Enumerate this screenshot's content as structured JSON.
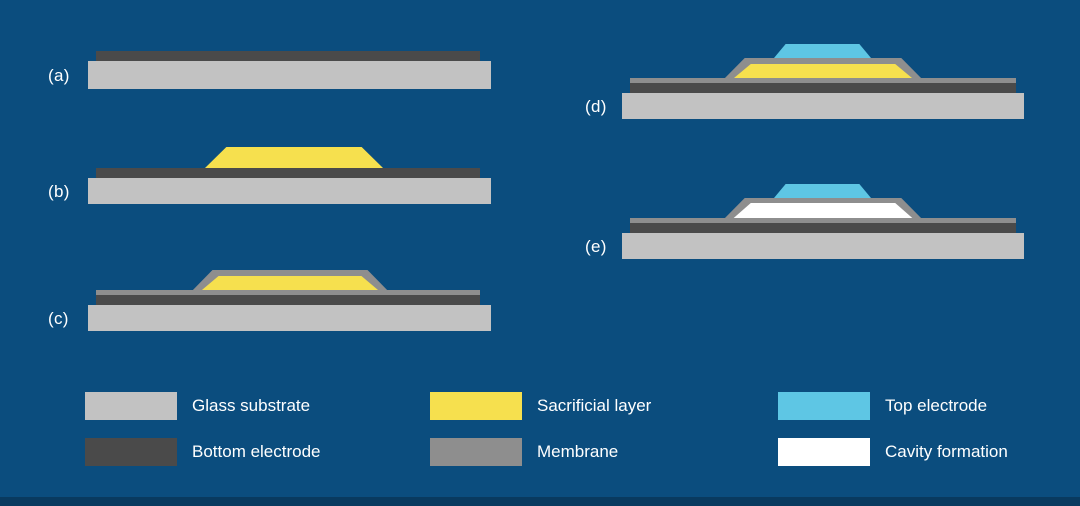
{
  "steps": [
    {
      "label": "(a)",
      "layers": [
        "Bottom electrode",
        "Glass substrate"
      ]
    },
    {
      "label": "(b)",
      "layers": [
        "Sacrificial layer",
        "Bottom electrode",
        "Glass substrate"
      ]
    },
    {
      "label": "(c)",
      "layers": [
        "Membrane",
        "Sacrificial layer",
        "Bottom electrode",
        "Glass substrate"
      ]
    },
    {
      "label": "(d)",
      "layers": [
        "Top electrode",
        "Membrane",
        "Sacrificial layer",
        "Bottom electrode",
        "Glass substrate"
      ]
    },
    {
      "label": "(e)",
      "layers": [
        "Top electrode",
        "Membrane",
        "Cavity formation",
        "Bottom electrode",
        "Glass substrate"
      ]
    }
  ],
  "legend": {
    "items": [
      {
        "label": "Glass substrate",
        "color": "#c2c2c2"
      },
      {
        "label": "Bottom electrode",
        "color": "#4a4a4a"
      },
      {
        "label": "Sacrificial layer",
        "color": "#f6e04e"
      },
      {
        "label": "Membrane",
        "color": "#8e8e8e"
      },
      {
        "label": "Top electrode",
        "color": "#5ec6e4"
      },
      {
        "label": "Cavity formation",
        "color": "#ffffff"
      }
    ]
  },
  "colors": {
    "background": "#0b4d7e",
    "footer_bar": "#093a5f",
    "glass_substrate": "#c2c2c2",
    "bottom_electrode": "#4a4a4a",
    "sacrificial_layer": "#f6e04e",
    "membrane": "#8e8e8e",
    "top_electrode": "#5ec6e4",
    "cavity": "#ffffff",
    "text": "#ffffff"
  }
}
